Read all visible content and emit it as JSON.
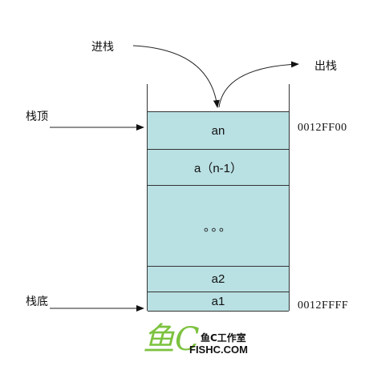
{
  "labels": {
    "push": "进栈",
    "pop": "出栈",
    "top": "栈顶",
    "bottom": "栈底"
  },
  "stack": {
    "cells": [
      "an",
      "a（n-1）",
      "。。。",
      "a2",
      "a1"
    ]
  },
  "addresses": {
    "top": "0012FF00",
    "bottom": "0012FFFF"
  },
  "logo": {
    "script": "鱼C",
    "cn": "鱼C工作室",
    "en": "FISHC.COM"
  }
}
